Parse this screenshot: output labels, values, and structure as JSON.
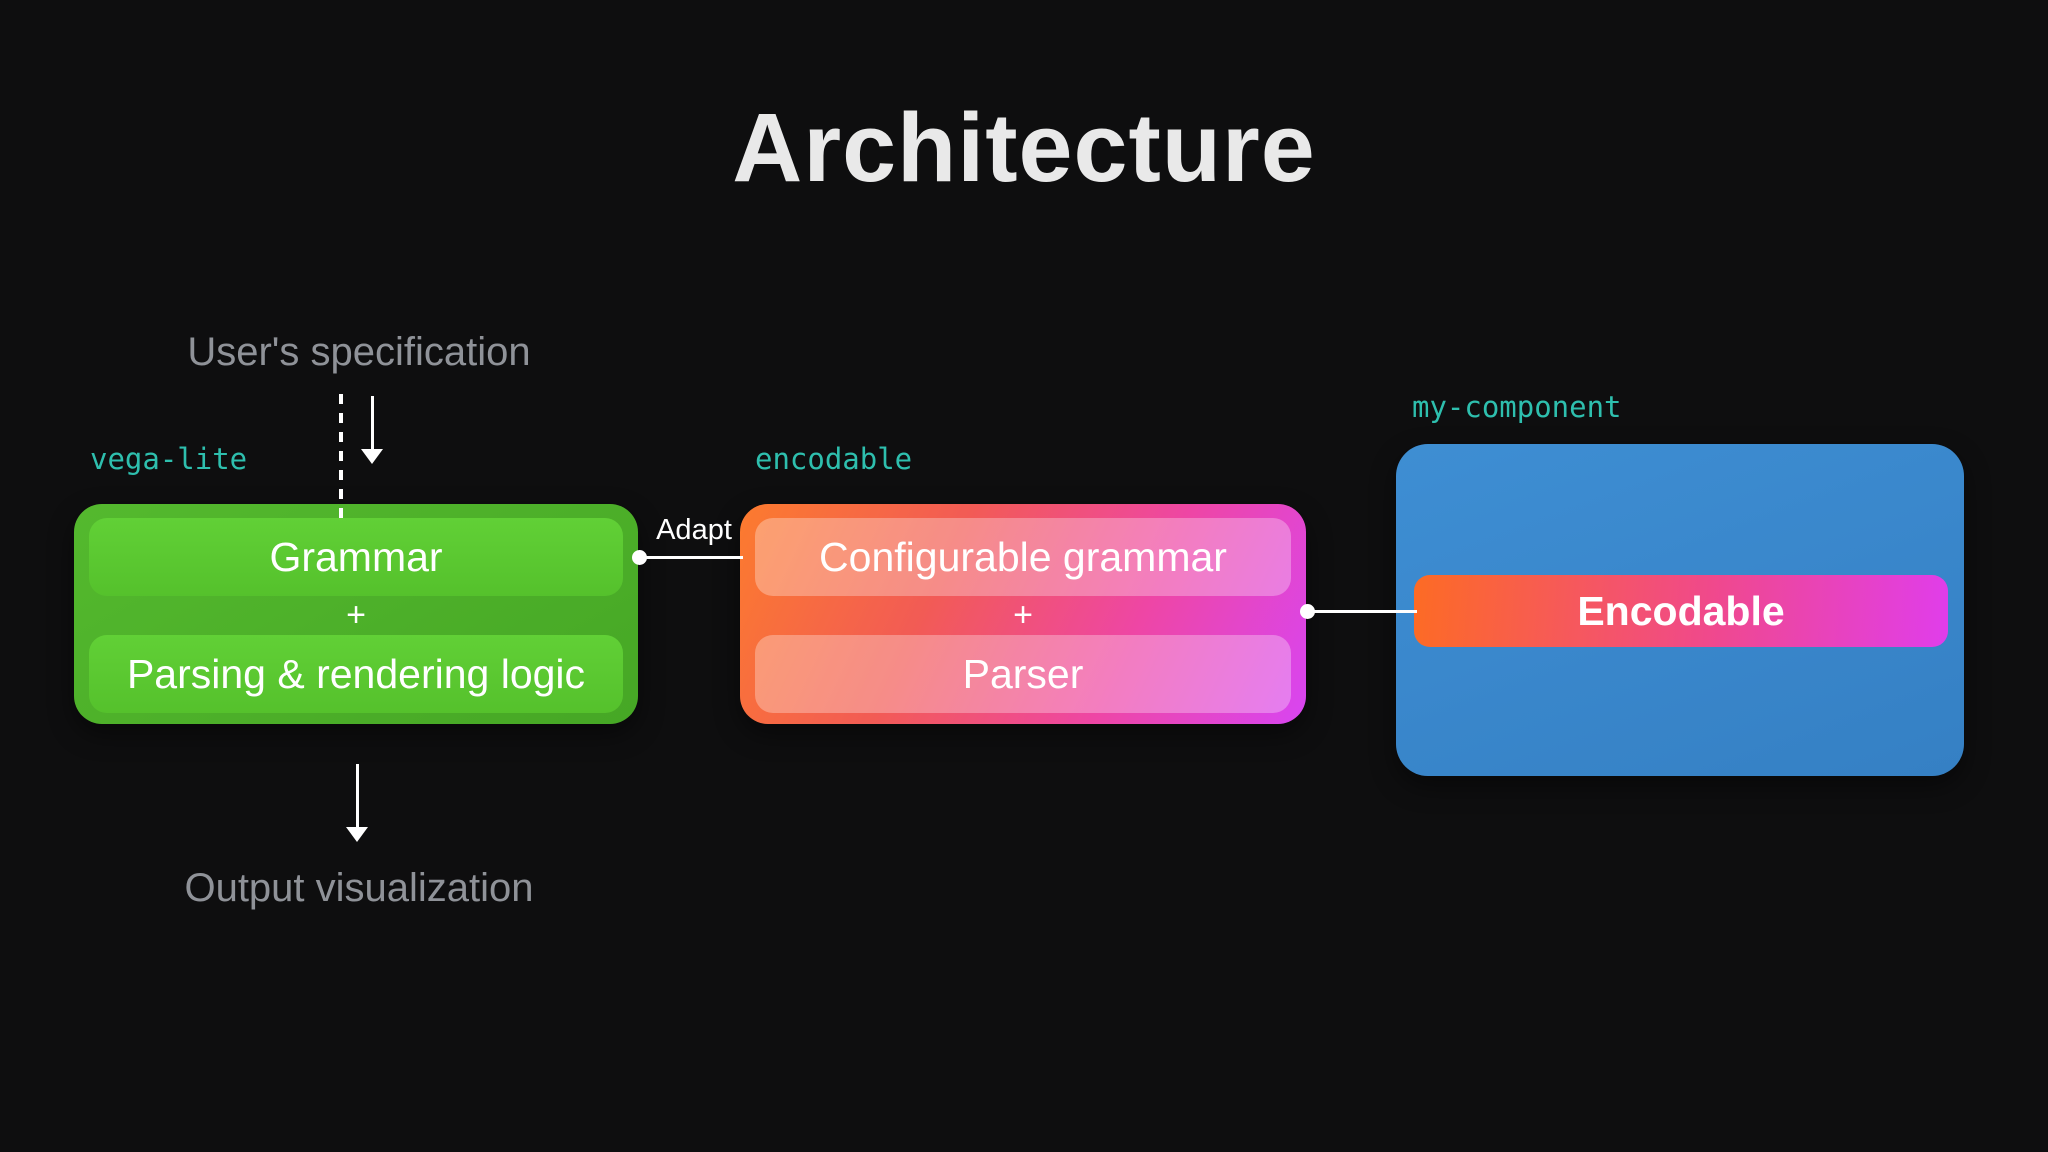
{
  "title": "Architecture",
  "flow": {
    "input_label": "User's specification",
    "output_label": "Output visualization"
  },
  "connectors": {
    "adapt_label": "Adapt"
  },
  "packages": {
    "vega_lite": {
      "name": "vega-lite",
      "blocks": [
        "Grammar",
        "Parsing & rendering logic"
      ],
      "plus": "+"
    },
    "encodable": {
      "name": "encodable",
      "blocks": [
        "Configurable grammar",
        "Parser"
      ],
      "plus": "+"
    },
    "my_component": {
      "name": "my-component",
      "blocks": [
        "Encodable"
      ]
    }
  },
  "colors": {
    "bg": "#0e0e0f",
    "title-color": "#e9e9e9",
    "muted": "#8f9298",
    "teal": "#2ebfae",
    "white": "#ffffff",
    "green-outer-a": "#54b92e",
    "green-outer-b": "#46a725",
    "green-inner-a": "#61d036",
    "green-inner-b": "#55c12c",
    "grad-orange": "#fc7b2e",
    "grad-red": "#f25b55",
    "grad-magenta": "#ee46a5",
    "grad-purple": "#d845f2",
    "bar-orange": "#fd6b24",
    "bar-pink": "#f0498b",
    "bar-magenta": "#e03deb",
    "blue-a": "#3e8ed3",
    "blue-b": "#3580c4"
  }
}
